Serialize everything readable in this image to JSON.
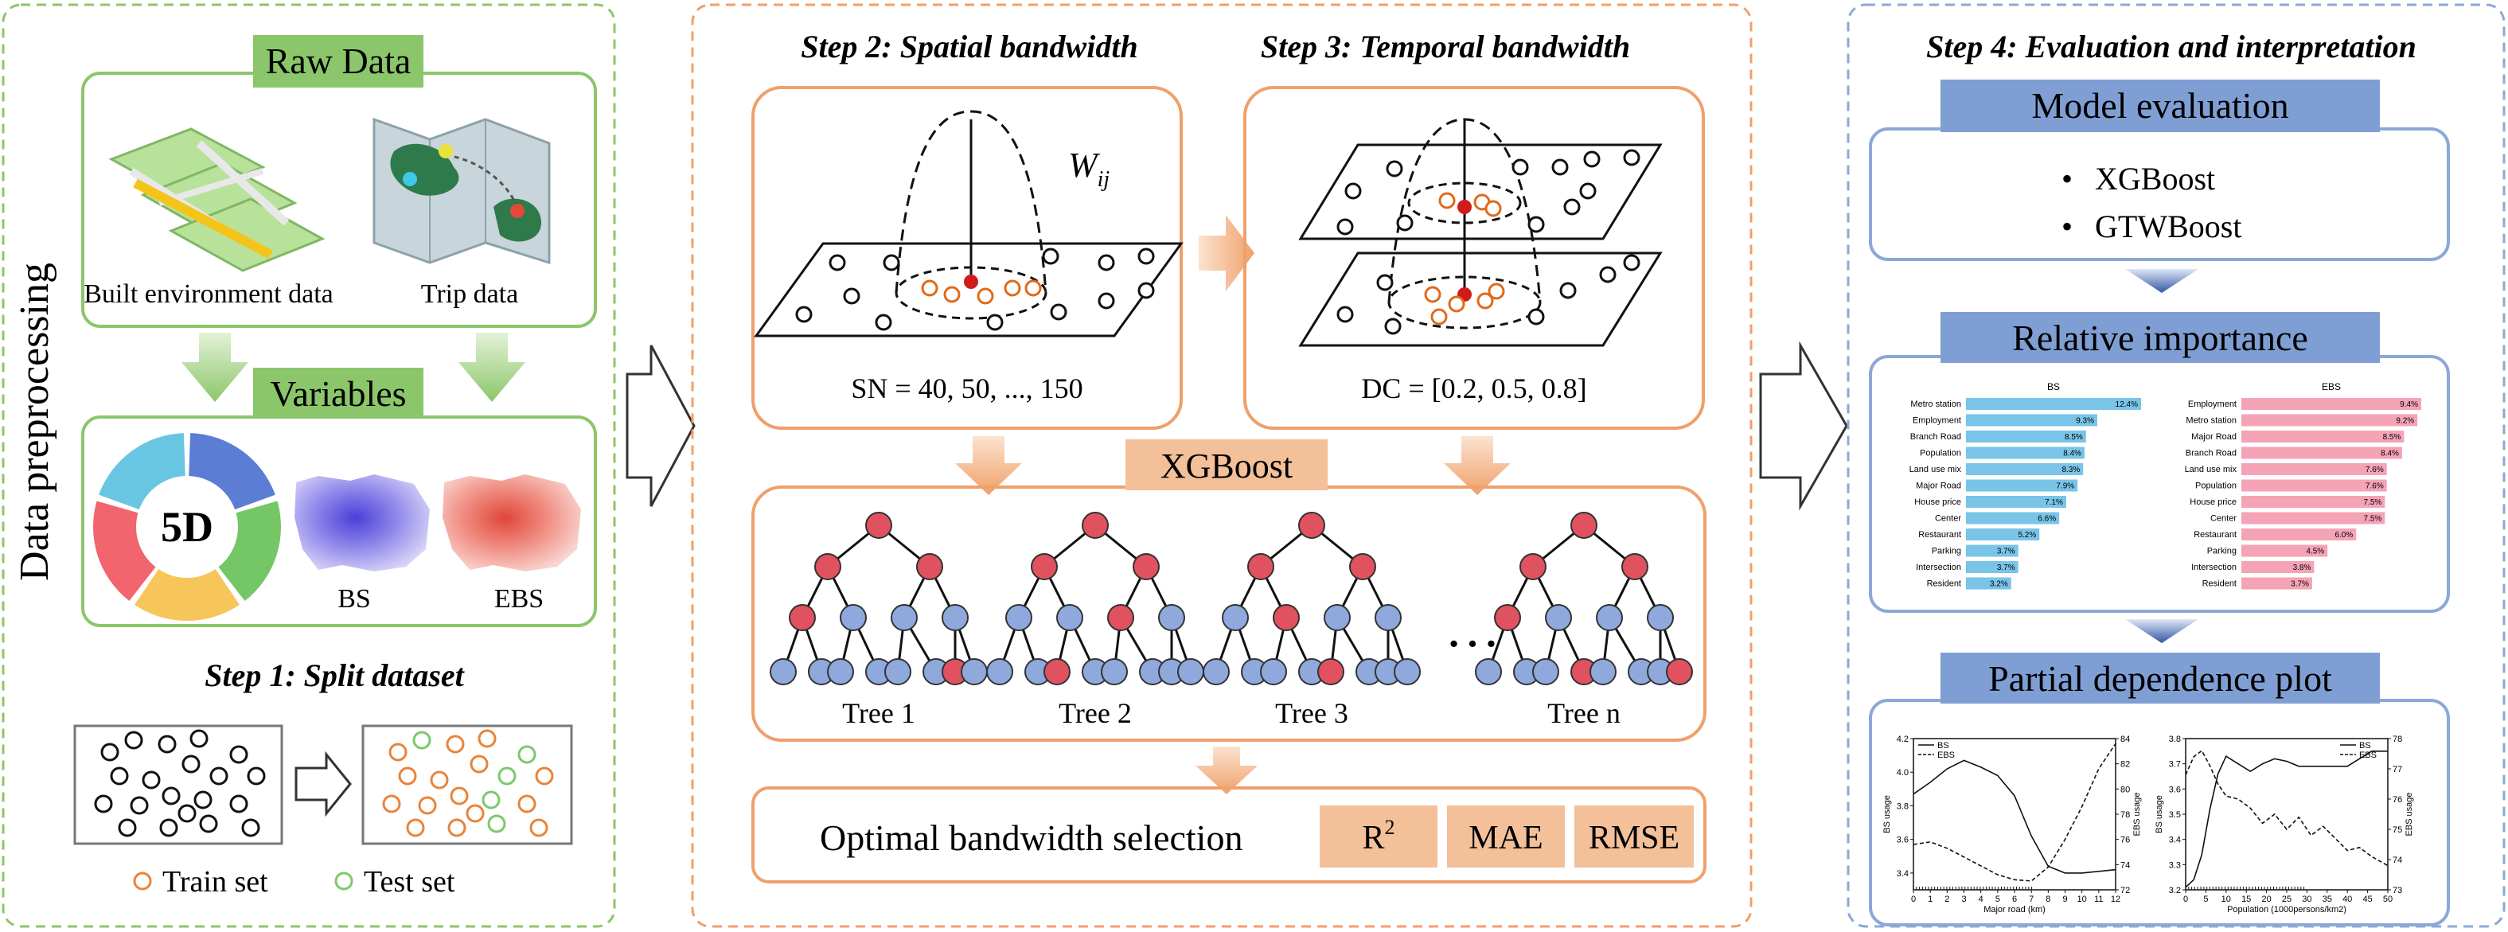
{
  "colors": {
    "green_border": "#8cc66b",
    "green_fill": "#8cc66b",
    "orange_border": "#efa06b",
    "orange_fill": "#f3c09a",
    "blue_border": "#8ca8d6",
    "blue_fill": "#7f9fd4",
    "red_node": "#e0525f",
    "blue_node": "#8fa9dd",
    "bs_bar": "#79c4e8",
    "ebs_bar": "#f5a3b6"
  },
  "left_panel": {
    "side_label": "Data preprocessing",
    "raw_data_title": "Raw Data",
    "built_env_label": "Built environment data",
    "trip_label": "Trip data",
    "variables_title": "Variables",
    "five_d_label": "5D",
    "bs_label": "BS",
    "ebs_label": "EBS",
    "step1_title": "Step 1: Split dataset",
    "train_legend": "Train set",
    "test_legend": "Test set"
  },
  "middle_panel": {
    "step2_title": "Step 2: Spatial bandwidth",
    "step3_title": "Step 3: Temporal bandwidth",
    "weight_label": "W",
    "weight_sub": "ij",
    "sn_label": "SN = 40, 50, ..., 150",
    "dc_label": "DC = [0.2, 0.5, 0.8]",
    "xgboost_title": "XGBoost",
    "trees": [
      "Tree 1",
      "Tree 2",
      "Tree 3",
      "Tree n"
    ],
    "ellipsis": "…",
    "optimal_label": "Optimal bandwidth selection",
    "metric_r2": "R",
    "metric_r2_sup": "2",
    "metric_mae": "MAE",
    "metric_rmse": "RMSE"
  },
  "right_panel": {
    "step4_title": "Step 4: Evaluation and interpretation",
    "model_eval_title": "Model evaluation",
    "model_items": [
      "XGBoost",
      "GTWBoost"
    ],
    "relative_importance_title": "Relative importance",
    "pdp_title": "Partial dependence plot"
  },
  "chart_data": [
    {
      "type": "bar",
      "title": "BS",
      "categories": [
        "Metro station",
        "Employment",
        "Branch Road",
        "Population",
        "Land use mix",
        "Major Road",
        "House price",
        "Center",
        "Restaurant",
        "Parking",
        "Intersection",
        "Resident"
      ],
      "values": [
        12.4,
        9.3,
        8.5,
        8.4,
        8.3,
        7.9,
        7.1,
        6.6,
        5.2,
        3.7,
        3.7,
        3.2
      ],
      "value_labels": [
        "12.4%",
        "9.3%",
        "8.5%",
        "8.4%",
        "8.3%",
        "7.9%",
        "7.1%",
        "6.6%",
        "5.2%",
        "3.7%",
        "3.7%",
        "3.2%"
      ],
      "max": 12.4
    },
    {
      "type": "bar",
      "title": "EBS",
      "categories": [
        "Employment",
        "Metro station",
        "Major Road",
        "Branch Road",
        "Land use mix",
        "Population",
        "House price",
        "Center",
        "Restaurant",
        "Parking",
        "Intersection",
        "Resident"
      ],
      "values": [
        9.4,
        9.2,
        8.5,
        8.4,
        7.6,
        7.6,
        7.5,
        7.5,
        6.0,
        4.5,
        3.8,
        3.7
      ],
      "value_labels": [
        "9.4%",
        "9.2%",
        "8.5%",
        "8.4%",
        "7.6%",
        "7.6%",
        "7.5%",
        "7.5%",
        "6.0%",
        "4.5%",
        "3.8%",
        "3.7%"
      ],
      "max": 9.4
    },
    {
      "type": "line",
      "xlabel": "Major road (km)",
      "ylabel": "BS usage",
      "ylabel_right": "EBS usage",
      "xlim": [
        0,
        12
      ],
      "ylim": [
        3.3,
        4.2
      ],
      "ylim_right": [
        72,
        84
      ],
      "x_ticks": [
        "0",
        "1",
        "2",
        "3",
        "4",
        "5",
        "6",
        "7",
        "8",
        "9",
        "10",
        "11",
        "12"
      ],
      "y_ticks": [
        "3.4",
        "3.6",
        "3.8",
        "4.0",
        "4.2"
      ],
      "y_ticks_right": [
        "72",
        "74",
        "76",
        "78",
        "80",
        "82",
        "84"
      ],
      "series": [
        {
          "name": "BS",
          "style": "solid",
          "axis": "left",
          "x": [
            0,
            1,
            2,
            3,
            4,
            5,
            6,
            7,
            8,
            9,
            10,
            11,
            12
          ],
          "y": [
            3.87,
            3.94,
            4.02,
            4.07,
            4.03,
            3.98,
            3.86,
            3.62,
            3.44,
            3.4,
            3.4,
            3.41,
            3.42
          ]
        },
        {
          "name": "EBS",
          "style": "dashed",
          "axis": "right",
          "x": [
            0,
            1,
            2,
            3,
            4,
            5,
            6,
            7,
            8,
            9,
            10,
            11,
            12
          ],
          "y": [
            75.6,
            75.8,
            75.3,
            74.6,
            73.9,
            73.2,
            72.8,
            72.7,
            73.8,
            76.0,
            78.6,
            81.6,
            83.6
          ]
        }
      ],
      "legend": "top-left"
    },
    {
      "type": "line",
      "xlabel": "Population (1000persons/km2)",
      "ylabel": "BS usage",
      "ylabel_right": "EBS usage",
      "xlim": [
        0,
        50
      ],
      "ylim": [
        3.2,
        3.8
      ],
      "ylim_right": [
        73,
        78
      ],
      "x_ticks": [
        "0",
        "5",
        "10",
        "15",
        "20",
        "25",
        "30",
        "35",
        "40",
        "45",
        "50"
      ],
      "y_ticks": [
        "3.2",
        "3.3",
        "3.4",
        "3.5",
        "3.6",
        "3.7",
        "3.8"
      ],
      "y_ticks_right": [
        "73",
        "74",
        "75",
        "76",
        "77",
        "78"
      ],
      "series": [
        {
          "name": "BS",
          "style": "solid",
          "axis": "left",
          "x": [
            0,
            2,
            4,
            6,
            8,
            10,
            13,
            16,
            19,
            22,
            25,
            28,
            31,
            34,
            37,
            40,
            43,
            46,
            50
          ],
          "y": [
            3.21,
            3.24,
            3.34,
            3.52,
            3.66,
            3.73,
            3.7,
            3.67,
            3.7,
            3.72,
            3.71,
            3.69,
            3.69,
            3.69,
            3.69,
            3.69,
            3.72,
            3.75,
            3.75
          ]
        },
        {
          "name": "EBS",
          "style": "dashed",
          "axis": "right",
          "x": [
            0,
            2,
            4,
            6,
            8,
            10,
            13,
            16,
            19,
            22,
            25,
            28,
            31,
            34,
            37,
            40,
            43,
            46,
            50
          ],
          "y": [
            76.8,
            77.4,
            77.6,
            77.1,
            76.5,
            76.1,
            76.0,
            75.7,
            75.2,
            75.5,
            75.0,
            75.4,
            74.8,
            75.1,
            74.7,
            74.3,
            74.4,
            74.1,
            73.8
          ]
        }
      ],
      "legend": "top-right"
    }
  ]
}
